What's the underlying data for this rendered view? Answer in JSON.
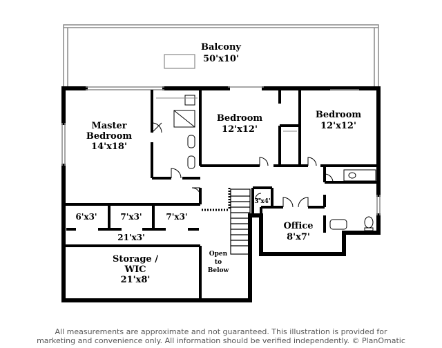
{
  "rooms": {
    "balcony": {
      "name": "Balcony",
      "dim": "50'x10'"
    },
    "master_bedroom": {
      "name_line1": "Master",
      "name_line2": "Bedroom",
      "dim": "14'x18'"
    },
    "bedroom_center": {
      "name": "Bedroom",
      "dim": "12'x12'"
    },
    "bedroom_right": {
      "name": "Bedroom",
      "dim": "12'x12'"
    },
    "closet_1": {
      "dim": "6'x3'"
    },
    "closet_2": {
      "dim": "7'x3'"
    },
    "closet_3": {
      "dim": "7'x3'"
    },
    "hall_closet": {
      "dim": "21'x3'"
    },
    "storage": {
      "name_line1": "Storage /",
      "name_line2": "WIC",
      "dim": "21'x8'"
    },
    "open_to_below": {
      "line1": "Open",
      "line2": "to",
      "line3": "Below"
    },
    "small_closet": {
      "dim": "3'x4'"
    },
    "office": {
      "name": "Office",
      "dim": "8'x7'"
    }
  },
  "disclaimer": {
    "line1": "All measurements are approximate and not guaranteed. This illustration is provided for",
    "line2": "marketing and convenience only. All information should be verified independently. © PlanOmatic"
  },
  "colors": {
    "wall": "#000000",
    "thin_line": "#888888",
    "text": "#000000",
    "disclaimer": "#555555"
  }
}
